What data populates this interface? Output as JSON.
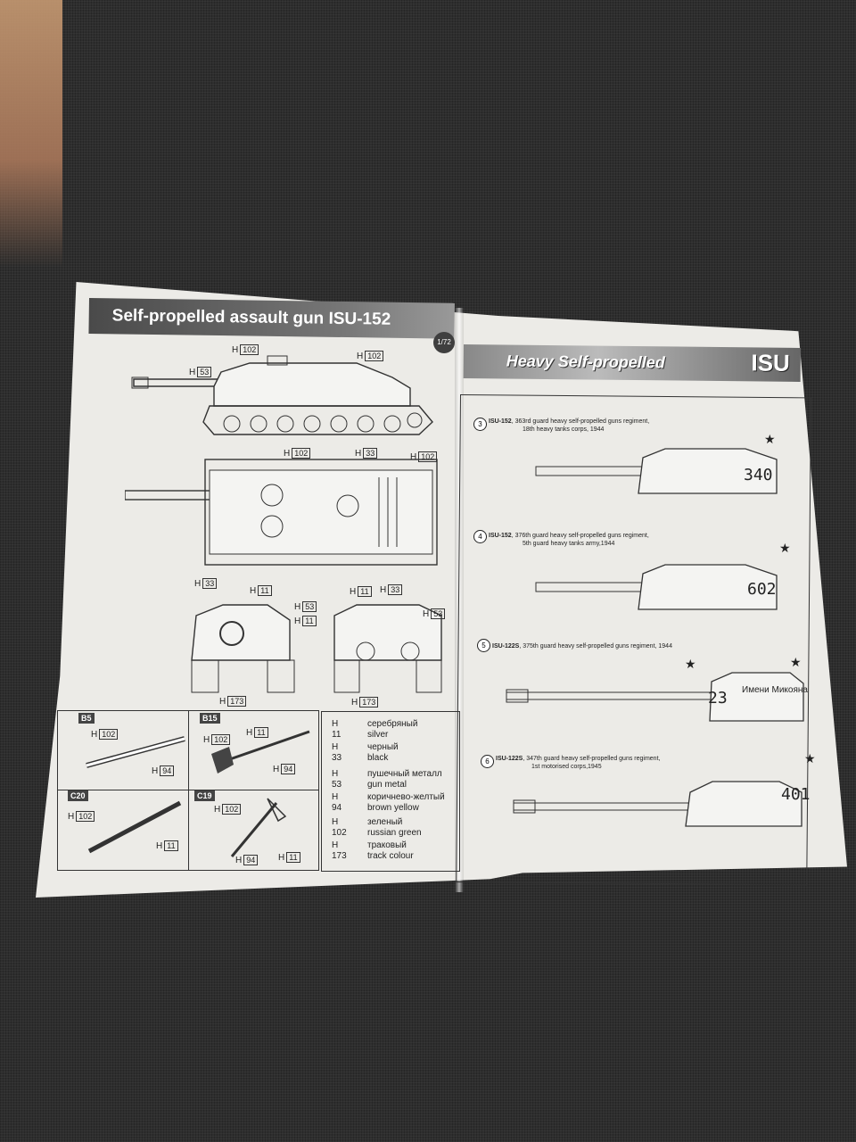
{
  "left_page": {
    "title": "Self-propelled assault gun ISU-152",
    "scale": "1/72",
    "callouts": [
      {
        "id": "c1",
        "prefix": "H",
        "code": "102"
      },
      {
        "id": "c2",
        "prefix": "H",
        "code": "102"
      },
      {
        "id": "c3",
        "prefix": "H",
        "code": "53"
      },
      {
        "id": "c4",
        "prefix": "H",
        "code": "102"
      },
      {
        "id": "c5",
        "prefix": "H",
        "code": "33"
      },
      {
        "id": "c6",
        "prefix": "H",
        "code": "102"
      },
      {
        "id": "c7",
        "prefix": "H",
        "code": "33"
      },
      {
        "id": "c8",
        "prefix": "H",
        "code": "11"
      },
      {
        "id": "c9",
        "prefix": "H",
        "code": "53"
      },
      {
        "id": "c10",
        "prefix": "H",
        "code": "11"
      },
      {
        "id": "c11",
        "prefix": "H",
        "code": "11"
      },
      {
        "id": "c12",
        "prefix": "H",
        "code": "33"
      },
      {
        "id": "c13",
        "prefix": "H",
        "code": "53"
      },
      {
        "id": "c14",
        "prefix": "H",
        "code": "173"
      },
      {
        "id": "c15",
        "prefix": "H",
        "code": "173"
      }
    ],
    "parts": [
      {
        "id": "B5",
        "labels": [
          {
            "p": "H",
            "c": "102"
          },
          {
            "p": "H",
            "c": "94"
          }
        ]
      },
      {
        "id": "B15",
        "labels": [
          {
            "p": "H",
            "c": "102"
          },
          {
            "p": "H",
            "c": "11"
          },
          {
            "p": "H",
            "c": "94"
          }
        ]
      },
      {
        "id": "C20",
        "labels": [
          {
            "p": "H",
            "c": "102"
          },
          {
            "p": "H",
            "c": "11"
          }
        ]
      },
      {
        "id": "C19",
        "labels": [
          {
            "p": "H",
            "c": "102"
          },
          {
            "p": "H",
            "c": "94"
          },
          {
            "p": "H",
            "c": "11"
          }
        ]
      }
    ],
    "legend": [
      {
        "code": "H 11",
        "ru": "серебряный",
        "en": "silver"
      },
      {
        "code": "H 33",
        "ru": "черный",
        "en": "black"
      },
      {
        "code": "H 53",
        "ru": "пушечный металл",
        "en": "gun metal"
      },
      {
        "code": "H 94",
        "ru": "коричнево-желтый",
        "en": "brown yellow"
      },
      {
        "code": "H 102",
        "ru": "зеленый",
        "en": "russian green"
      },
      {
        "code": "H 173",
        "ru": "траковый",
        "en": "track colour"
      }
    ]
  },
  "right_page": {
    "title_main": "Heavy Self-propelled",
    "title_tag": "ISU",
    "vehicles": [
      {
        "n": "3",
        "name": "ISU-152",
        "line1": ", 363rd guard heavy self-propelled guns regiment,",
        "line2": "18th heavy tanks corps, 1944",
        "marking": "340"
      },
      {
        "n": "4",
        "name": "ISU-152",
        "line1": ", 376th guard  heavy self-propelled guns regiment,",
        "line2": "5th guard heavy tanks army,1944",
        "marking": "602"
      },
      {
        "n": "5",
        "name": "ISU-122S",
        "line1": ", 375th guard  heavy self-propelled guns regiment, 1944",
        "line2": "",
        "marking": "23",
        "marking2": "Имени Микояна"
      },
      {
        "n": "6",
        "name": "ISU-122S",
        "line1": ", 347th guard  heavy self-propelled guns regiment,",
        "line2": "1st motorised corps,1945",
        "marking": "401"
      }
    ]
  }
}
